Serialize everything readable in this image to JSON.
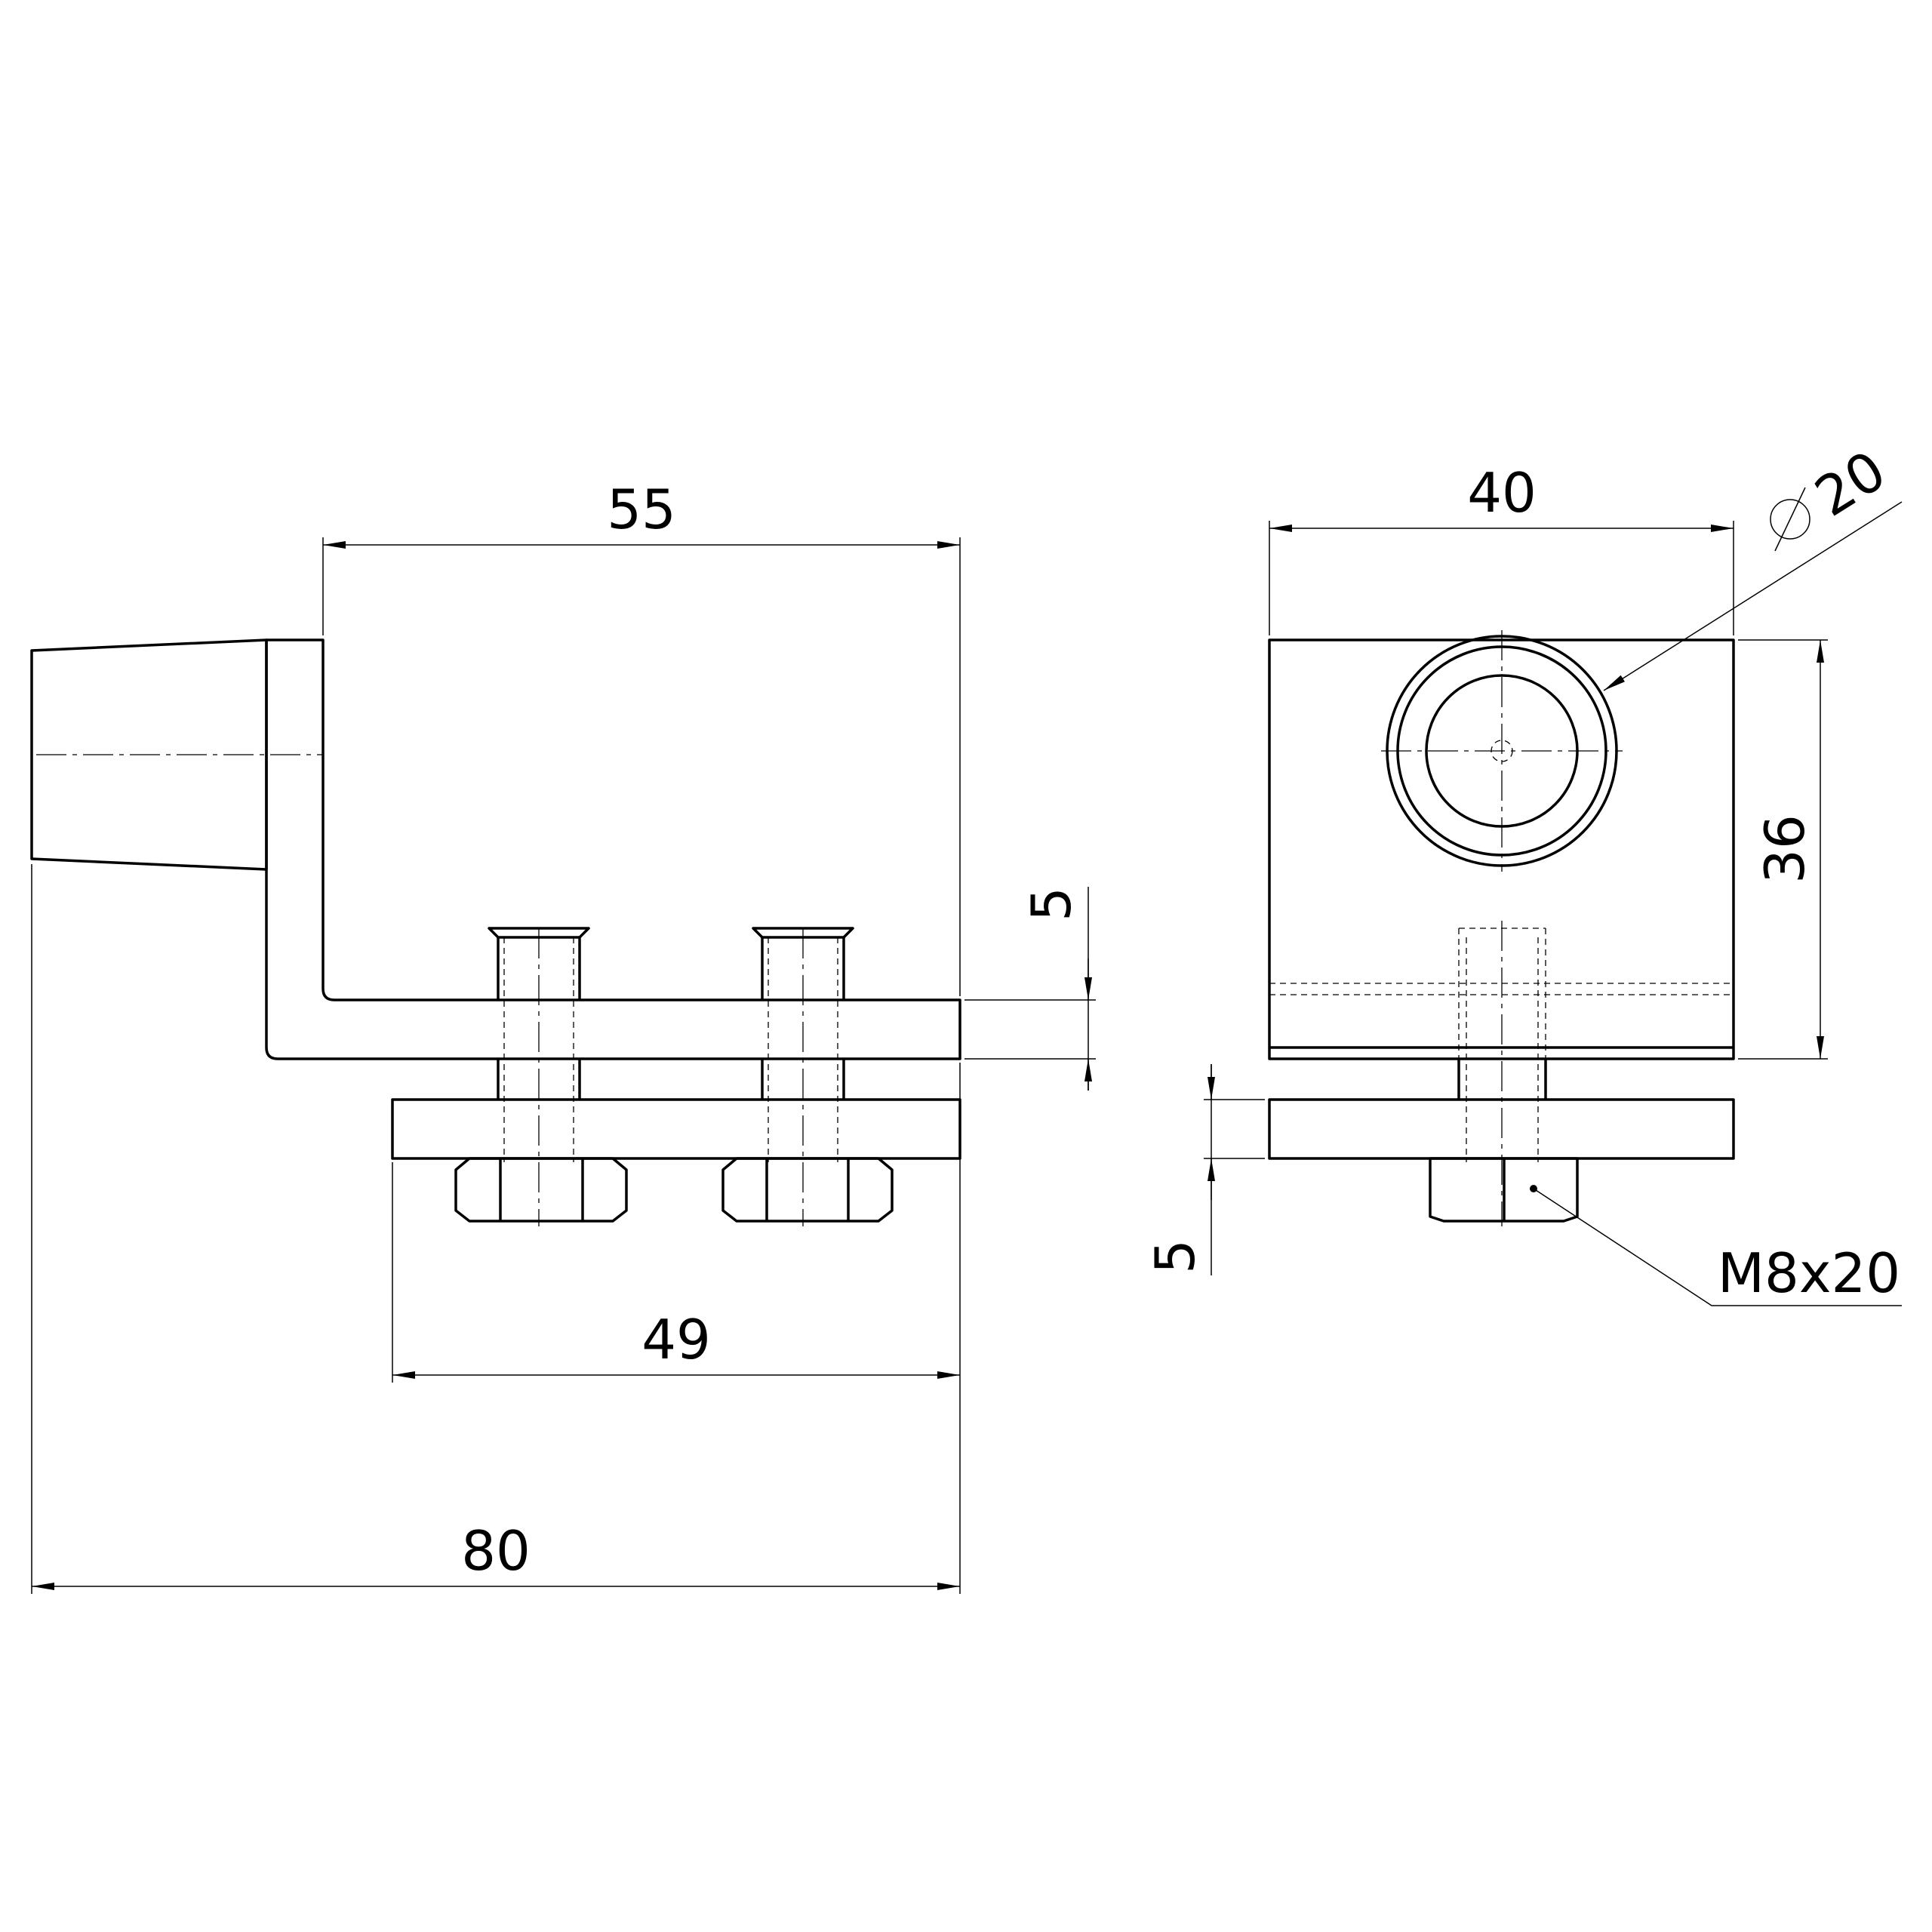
{
  "side_view": {
    "dim_width_top": "55",
    "dim_plate_thickness": "5",
    "dim_lower_plate_length": "49",
    "dim_overall_length": "80"
  },
  "front_view": {
    "dim_width": "40",
    "dim_diameter": "20",
    "dim_height": "36",
    "dim_plate_thickness": "5",
    "bolt_callout": "M8x20"
  }
}
